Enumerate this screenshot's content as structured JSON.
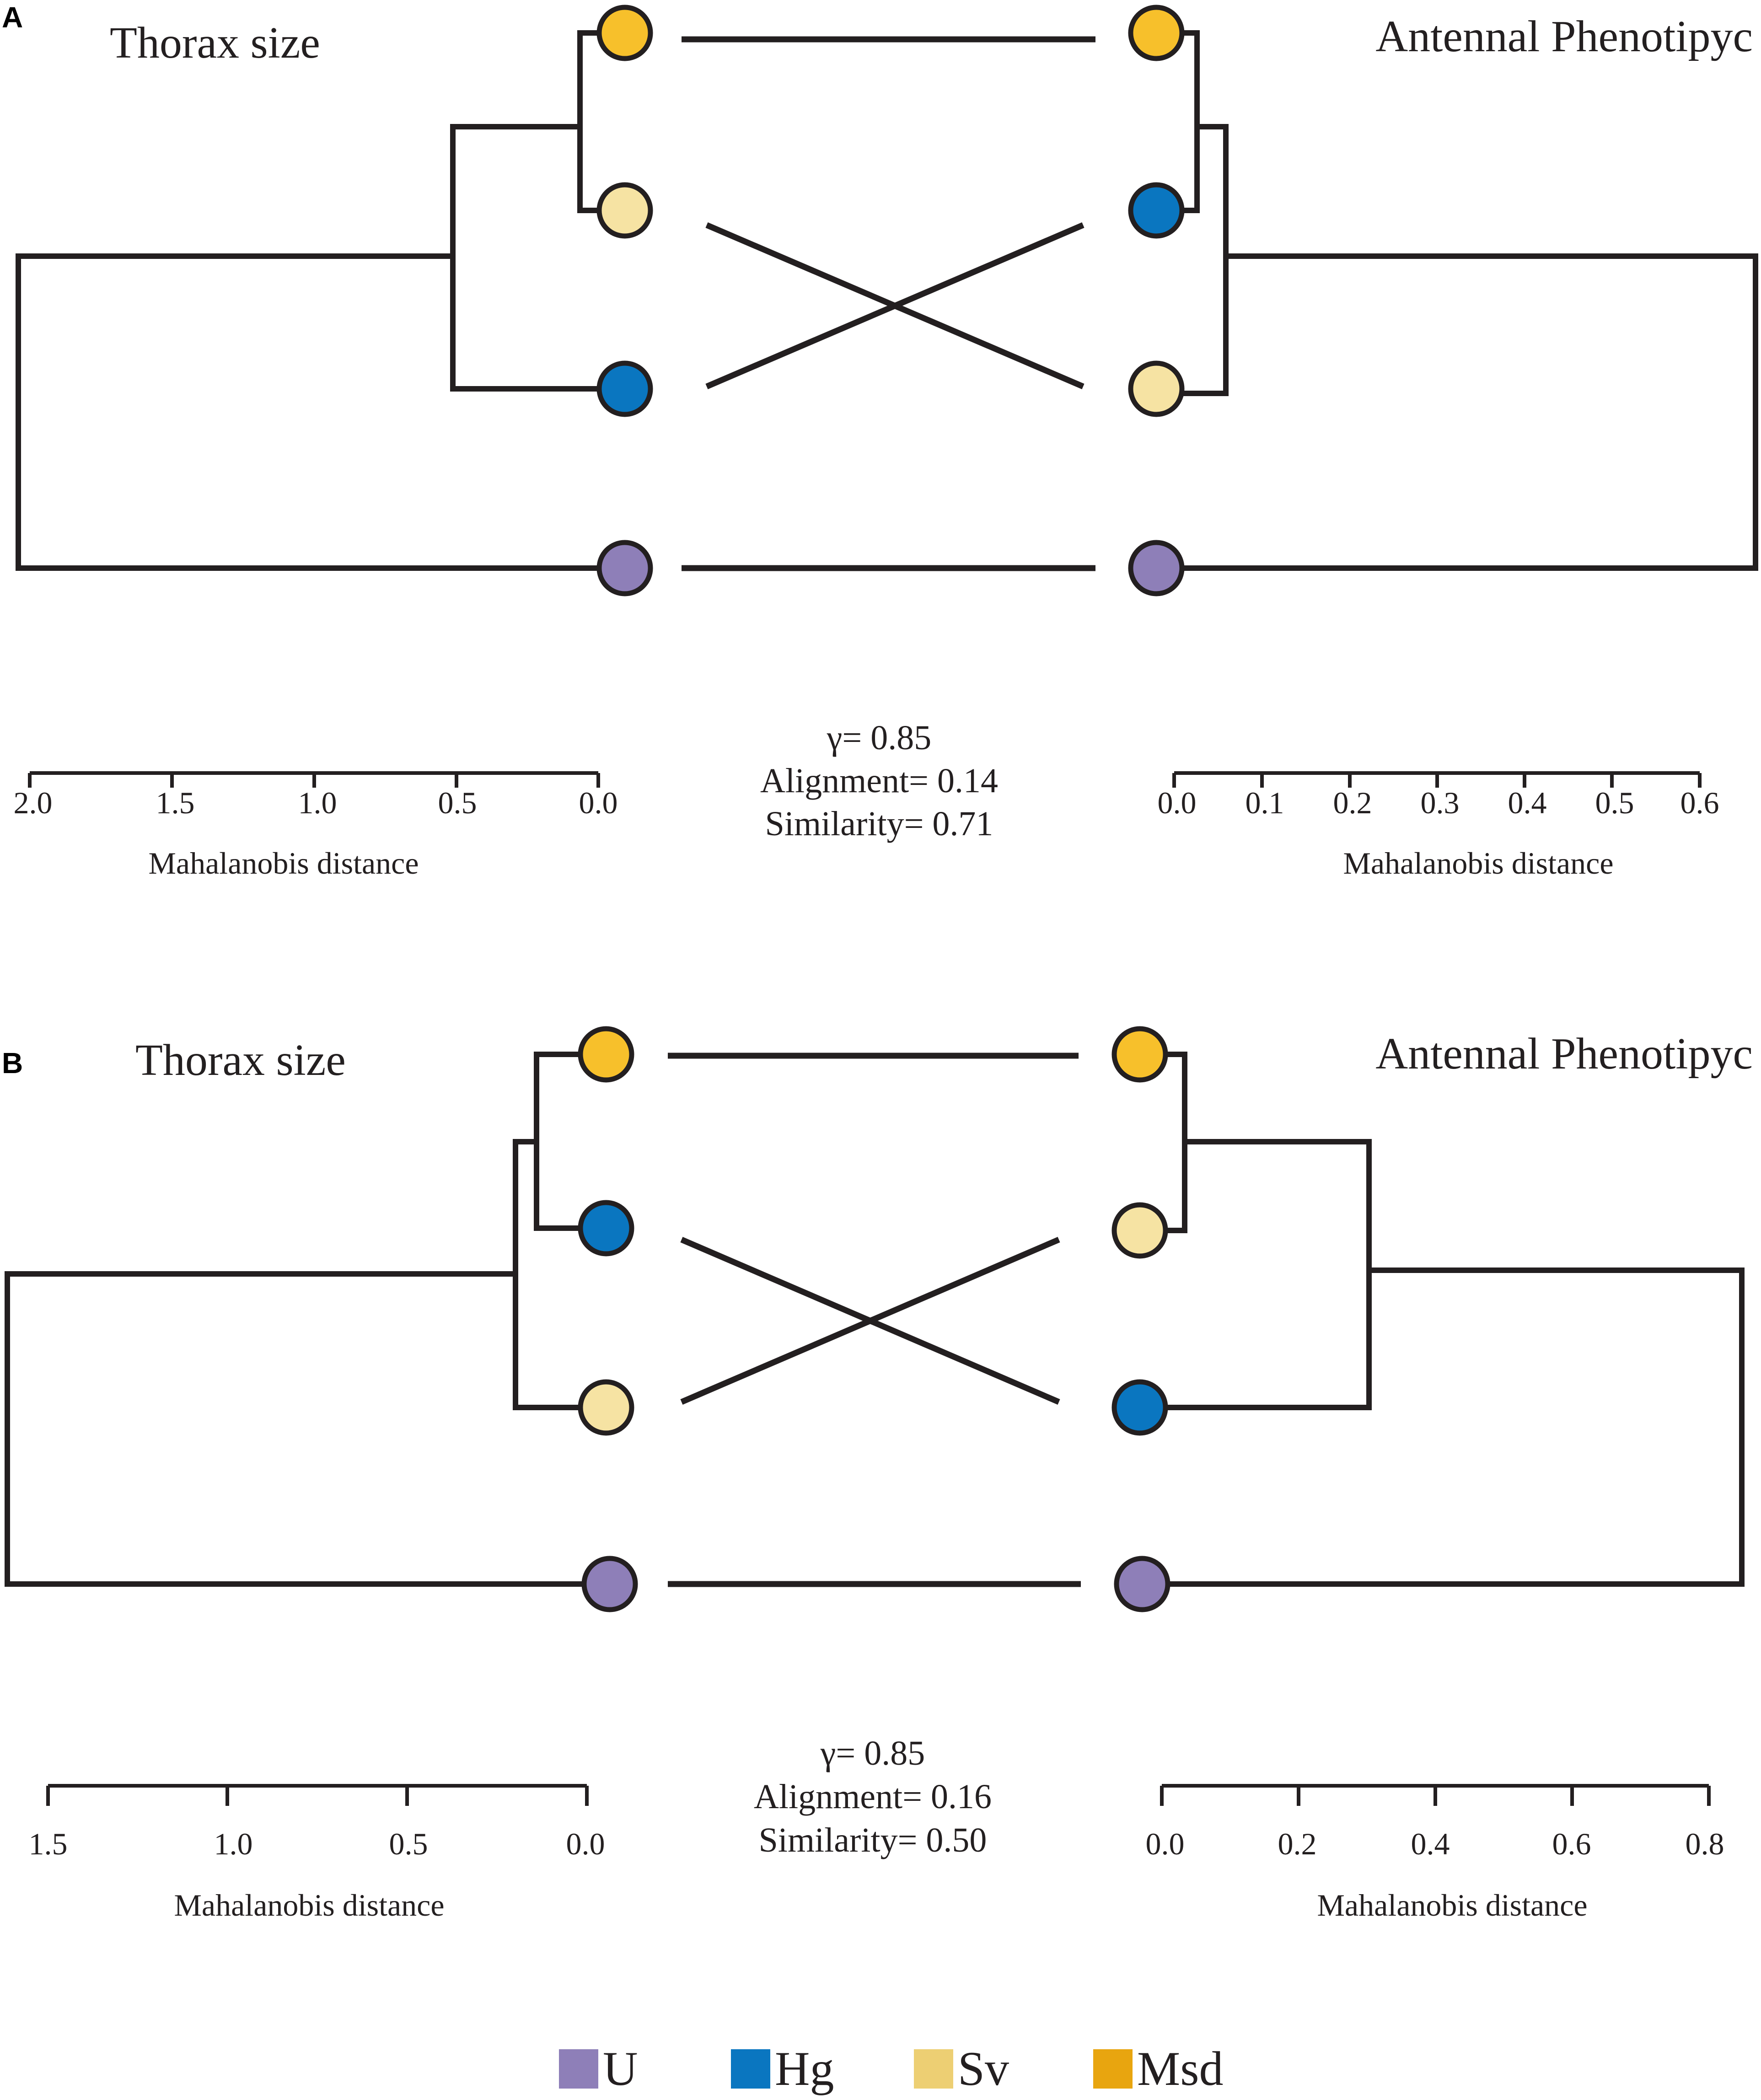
{
  "panels": [
    {
      "label": "A",
      "left_title": "Thorax size",
      "right_title": "Antennal Phenotipyc",
      "left_order": [
        "Msd",
        "Sv",
        "Hg",
        "U"
      ],
      "right_order": [
        "Msd",
        "Hg",
        "Sv",
        "U"
      ],
      "stats": [
        "γ= 0.85",
        "Alignment= 0.14",
        "Similarity= 0.71"
      ],
      "left_axis": {
        "ticks": [
          "2.0",
          "1.5",
          "1.0",
          "0.5",
          "0.0"
        ],
        "label": "Mahalanobis distance"
      },
      "right_axis": {
        "ticks": [
          "0.0",
          "0.1",
          "0.2",
          "0.3",
          "0.4",
          "0.5",
          "0.6"
        ],
        "label": "Mahalanobis distance"
      }
    },
    {
      "label": "B",
      "left_title": "Thorax size",
      "right_title": "Antennal Phenotipyc",
      "left_order": [
        "Msd",
        "Hg",
        "Sv",
        "U"
      ],
      "right_order": [
        "Msd",
        "Sv",
        "Hg",
        "U"
      ],
      "stats": [
        "γ= 0.85",
        "Alignment= 0.16",
        "Similarity= 0.50"
      ],
      "left_axis": {
        "ticks": [
          "1.5",
          "1.0",
          "0.5",
          "0.0"
        ],
        "label": "Mahalanobis distance"
      },
      "right_axis": {
        "ticks": [
          "0.0",
          "0.2",
          "0.4",
          "0.6",
          "0.8"
        ],
        "label": "Mahalanobis distance"
      }
    }
  ],
  "legend": [
    {
      "label": "U",
      "color": "#8e7fb8"
    },
    {
      "label": "Hg",
      "color": "#0a76c0"
    },
    {
      "label": "Sv",
      "color": "#edcf73"
    },
    {
      "label": "Msd",
      "color": "#e8a50f"
    }
  ],
  "node_colors": {
    "Msd": "#f7c02b",
    "Hg": "#0a76c0",
    "Sv": "#f6e3a3",
    "U": "#8e7fb8"
  }
}
